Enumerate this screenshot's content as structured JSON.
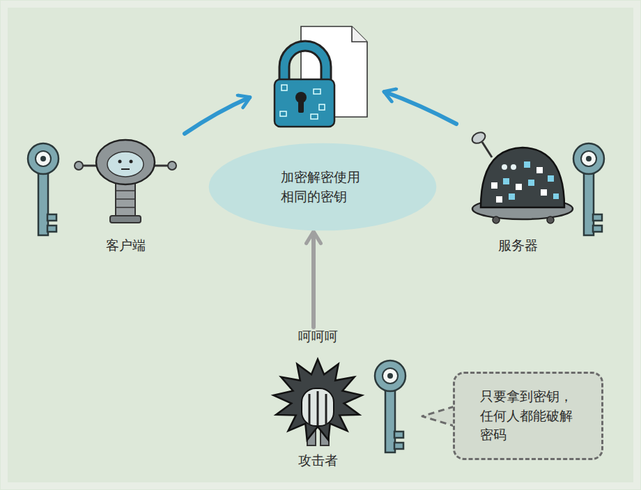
{
  "diagram": {
    "nodes": [
      {
        "text": [
          "客户端"
        ]
      },
      {
        "text": [
          "加密解密使用 相同的密钥"
        ]
      },
      {
        "text": [
          "服务器"
        ]
      },
      {
        "text": [
          "呵呵呵",
          "攻击者"
        ]
      },
      {
        "text": [
          "只要拿到密钥， 任何人都能破解 密码"
        ]
      }
    ],
    "edges": [
      {
        "from": 3,
        "to": 1,
        "arrow": "to"
      }
    ]
  }
}
